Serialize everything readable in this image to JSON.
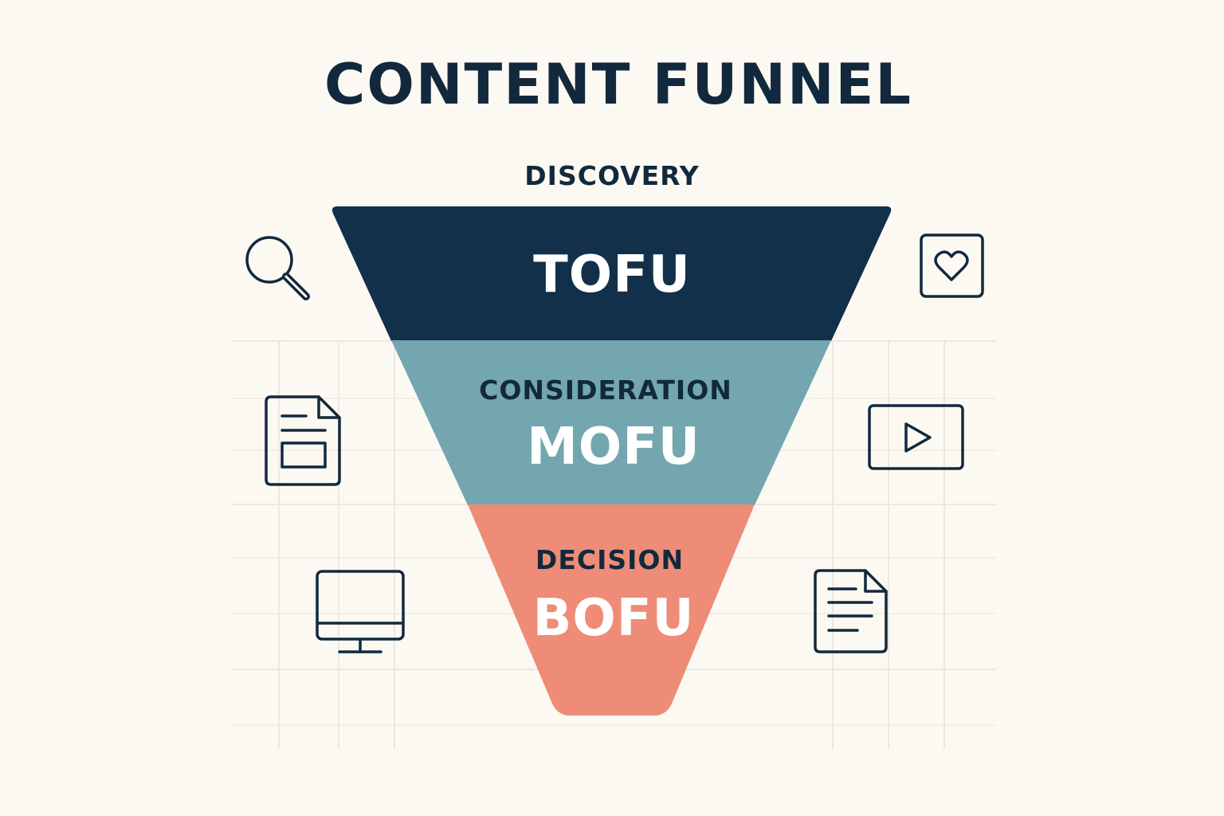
{
  "title": "CONTENT FUNNEL",
  "top_label": "DISCOVERY",
  "stages": [
    {
      "label": "",
      "code": "TOFU",
      "color": "#12304a"
    },
    {
      "label": "CONSIDERATION",
      "code": "MOFU",
      "color": "#73a6ae"
    },
    {
      "label": "DECISION",
      "code": "BOFU",
      "color": "#ee8c78"
    }
  ],
  "icons": {
    "left": [
      "magnifying-glass-icon",
      "document-icon",
      "monitor-icon"
    ],
    "right": [
      "heart-icon",
      "video-play-icon",
      "text-document-icon"
    ]
  },
  "colors": {
    "background": "#fcf9f2",
    "text_dark": "#12293d",
    "text_light": "#ffffff"
  }
}
